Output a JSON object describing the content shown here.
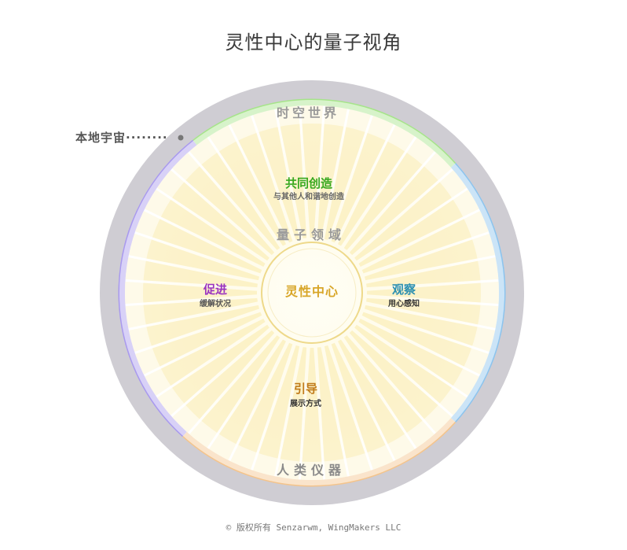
{
  "title": "灵性中心的量子视角",
  "local_universe_label": "本地宇宙",
  "ring": {
    "top": "时空世界",
    "bottom": "人类仪器"
  },
  "quantum_field_label": "量子领域",
  "center_label": "灵性中心",
  "quadrants": {
    "top": {
      "title": "共同创造",
      "subtitle": "与其他人和谐地创造",
      "color": "#36a81e"
    },
    "right": {
      "title": "观察",
      "subtitle": "用心感知",
      "color": "#2b8fb0"
    },
    "bottom": {
      "title": "引导",
      "subtitle": "展示方式",
      "color": "#c07a1a"
    },
    "left": {
      "title": "促进",
      "subtitle": "缓解状况",
      "color": "#9a33c0"
    }
  },
  "copyright": "© 版权所有 Senzarwm, WingMakers LLC"
}
